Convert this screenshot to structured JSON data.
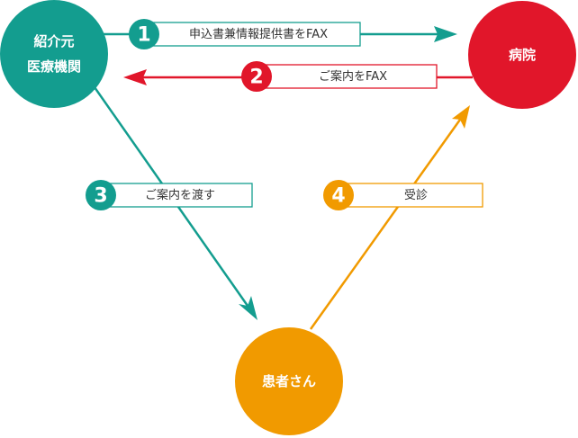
{
  "nodes": {
    "referrer": {
      "line1": "紹介元",
      "line2": "医療機関",
      "color": "#139d8f"
    },
    "hospital": {
      "label": "病院",
      "color": "#e1162a"
    },
    "patient": {
      "label": "患者さん",
      "color": "#f19a00"
    }
  },
  "steps": [
    {
      "number": "1",
      "label": "申込書兼情報提供書をFAX",
      "color": "#139d8f"
    },
    {
      "number": "2",
      "label": "ご案内をFAX",
      "color": "#e1162a"
    },
    {
      "number": "3",
      "label": "ご案内を渡す",
      "color": "#139d8f"
    },
    {
      "number": "4",
      "label": "受診",
      "color": "#f19a00"
    }
  ]
}
